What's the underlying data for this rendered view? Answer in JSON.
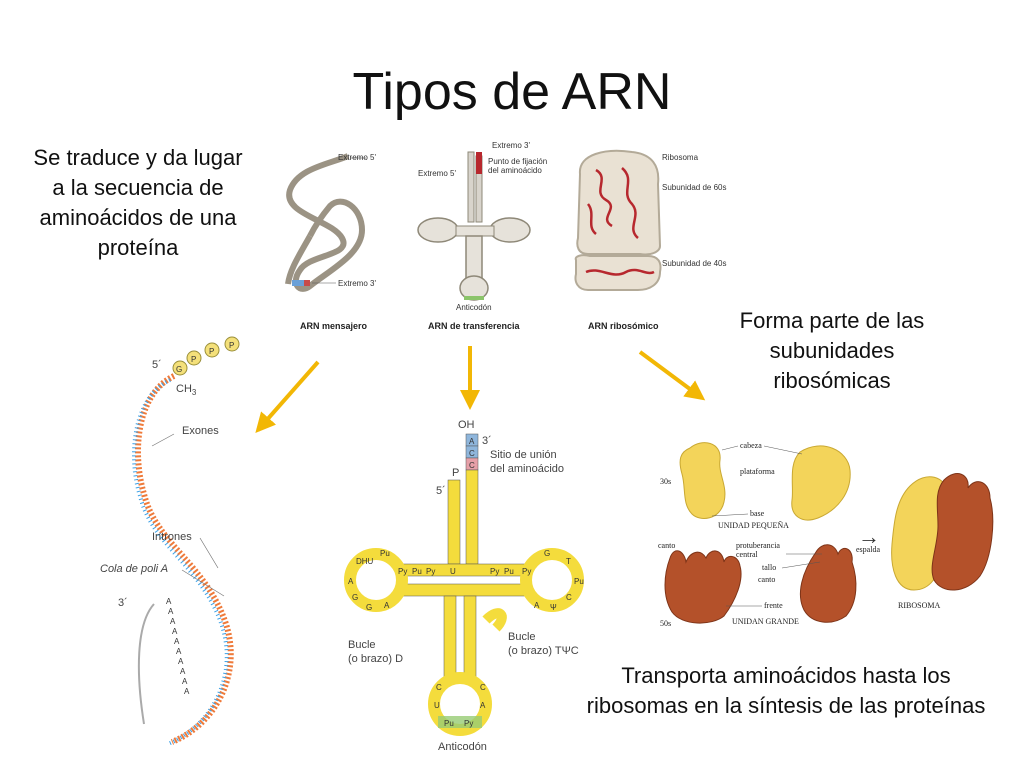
{
  "title": "Tipos de ARN",
  "notes": {
    "mrna": "Se traduce y da lugar a la secuencia de aminoácidos de una proteína",
    "rrna": "Forma parte de las subunidades ribosómicas",
    "trna": "Transporta aminoácidos hasta los ribosomas en la síntesis de las proteínas"
  },
  "top_panel": {
    "mrna": {
      "extremo5": "Extremo 5'",
      "extremo3": "Extremo 3'",
      "caption": "ARN mensajero"
    },
    "trna": {
      "extremo3": "Extremo 3'",
      "extremo5": "Extremo 5'",
      "fijacion_1": "Punto de fijación",
      "fijacion_2": "del aminoácido",
      "anticodon": "Anticodón",
      "caption": "ARN de transferencia"
    },
    "rrna": {
      "ribosoma": "Ribosoma",
      "sub60": "Subunidad de 60s",
      "sub40": "Subunidad de 40s",
      "caption": "ARN ribosómico"
    }
  },
  "mrna_detail": {
    "five_prime": "5´",
    "cap_g": "G",
    "cap_p": [
      "P",
      "P",
      "P"
    ],
    "ch3": "CH",
    "ch3_sub": "3",
    "exones": "Exones",
    "intrones": "Intrones",
    "cola": "Cola de poli A",
    "three_prime": "3´",
    "poly_a": "A"
  },
  "trna_detail": {
    "oh": "OH",
    "three_prime": "3´",
    "five_prime": "5´",
    "p": "P",
    "acc_bases": [
      "A",
      "C",
      "C"
    ],
    "sitio_1": "Sitio de unión",
    "sitio_2": "del aminoácido",
    "bucle_d_1": "Bucle",
    "bucle_d_2": "(o brazo) D",
    "bucle_t_1": "Bucle",
    "bucle_t_2": "(o brazo) TΨC",
    "anticodon": "Anticodón",
    "loop_d": [
      "DHU",
      "Pu",
      "A",
      "G",
      "G",
      "A",
      "Py"
    ],
    "loop_t": [
      "Py",
      "G",
      "T",
      "Ψ",
      "C",
      "Pu",
      "A"
    ],
    "stem_mid": [
      "Pu",
      "Py",
      "U",
      "Py",
      "Pu"
    ],
    "anticodon_loop": [
      "C",
      "U",
      "Pu",
      "Py",
      "A",
      "C"
    ]
  },
  "ribosome_detail": {
    "cabeza": "cabeza",
    "plataforma": "plataforma",
    "s30": "30s",
    "base": "base",
    "unidad_pequena": "UNIDAD PEQUEÑA",
    "canto": "canto",
    "protuberancia_1": "protuberancia",
    "protuberancia_2": "central",
    "espalda": "espalda",
    "tallo": "tallo",
    "canto2": "canto",
    "frente": "frente",
    "s50": "50s",
    "unidad_grande": "UNIDAN GRANDE",
    "arrow": "→",
    "ribosoma": "RIBOSOMA"
  },
  "colors": {
    "arrow": "#f2b705",
    "yellow": "#f4dc3c",
    "pink": "#e6a0a8",
    "green": "#97cc74",
    "blue": "#8fb6dc",
    "exon": "#ef7a3a",
    "intron": "#3aa0e6",
    "subunit_small": "#f3d45a",
    "subunit_large": "#b4512a"
  }
}
